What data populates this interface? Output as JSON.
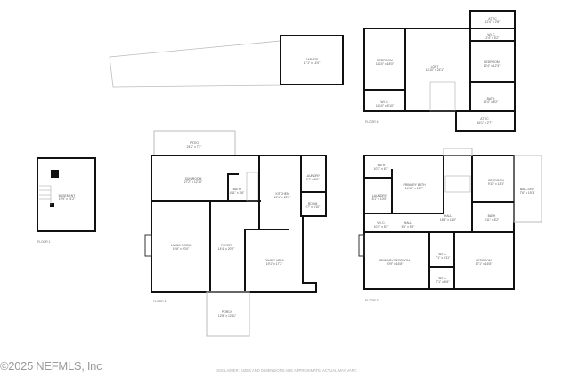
{
  "floors": {
    "floor1": {
      "label": "FLOOR 1",
      "rooms": [
        {
          "name": "BASEMENT",
          "dims": "19'9\" x 21'2\""
        }
      ]
    },
    "garage": {
      "name": "GARAGE",
      "dims": "17'1\" x 14'0\""
    },
    "floor2": {
      "label": "FLOOR 2",
      "rooms": [
        {
          "name": "PATIO",
          "dims": "24'2\" x 7'3\""
        },
        {
          "name": "SUN ROOM",
          "dims": "27'2\" x 12'10\""
        },
        {
          "name": "BATH",
          "dims": "4'11\" x 7'6\""
        },
        {
          "name": "KITCHEN",
          "dims": "12'1\" x 22'0\""
        },
        {
          "name": "LAUNDRY",
          "dims": "6'7\" x 9'6\""
        },
        {
          "name": "ROOM",
          "dims": "6'7\" x 6'10\""
        },
        {
          "name": "LIVING ROOM",
          "dims": "19'6\" x 20'0\""
        },
        {
          "name": "FOYER",
          "dims": "14'4\" x 20'0\""
        },
        {
          "name": "DINING AREA",
          "dims": "19'1\" x 17'2\""
        },
        {
          "name": "PORCH",
          "dims": "12'8\" x 12'11\""
        }
      ]
    },
    "floor3": {
      "label": "FLOOR 3",
      "rooms": [
        {
          "name": "BATH",
          "dims": "10'7\" x 6'3\""
        },
        {
          "name": "LAUNDRY",
          "dims": "8'1\" x 10'0\""
        },
        {
          "name": "PRIMARY BATH",
          "dims": "14'10\" x 16'7\""
        },
        {
          "name": "W.I.C.",
          "dims": "10'1\" x 5'2\""
        },
        {
          "name": "HALL",
          "dims": "6'1\" x 5'2\""
        },
        {
          "name": "HALL",
          "dims": "18'3\" x 11'0\""
        },
        {
          "name": "BEDROOM",
          "dims": "9'11\" x 13'6\""
        },
        {
          "name": "BALCONY",
          "dims": "7'6\" x 19'3\""
        },
        {
          "name": "BATH",
          "dims": "9'11\" x 8'2\""
        },
        {
          "name": "W.I.C.",
          "dims": "7'1\" x 9'11\""
        },
        {
          "name": "PRIMARY BEDROOM",
          "dims": "20'9\" x 16'8\""
        },
        {
          "name": "BEDROOM",
          "dims": "17'1\" x 16'8\""
        },
        {
          "name": "W.I.C.",
          "dims": "7'1\" x 6'6\""
        }
      ]
    },
    "floor4": {
      "label": "FLOOR 4",
      "rooms": [
        {
          "name": "ATTIC",
          "dims": "12'4\" x 2'8\""
        },
        {
          "name": "W.I.C.",
          "dims": "12'4\" x 5'2\""
        },
        {
          "name": "BEDROOM",
          "dims": "11'10\" x 18'0\""
        },
        {
          "name": "LOFT",
          "dims": "18'10\" x 24'1\""
        },
        {
          "name": "BEDROOM",
          "dims": "12'4\" x 12'3\""
        },
        {
          "name": "W.I.C.",
          "dims": "11'10\" x 5'10\""
        },
        {
          "name": "BATH",
          "dims": "12'4\" x 8'2\""
        },
        {
          "name": "ATTIC",
          "dims": "16'1\" x 2'7\""
        }
      ]
    }
  },
  "watermark": "©2025 NEFMLS, Inc",
  "disclaimer": "DISCLAIMER: SIZES AND DIMENSIONS ARE APPROXIMATE. ACTUAL MAY VARY."
}
